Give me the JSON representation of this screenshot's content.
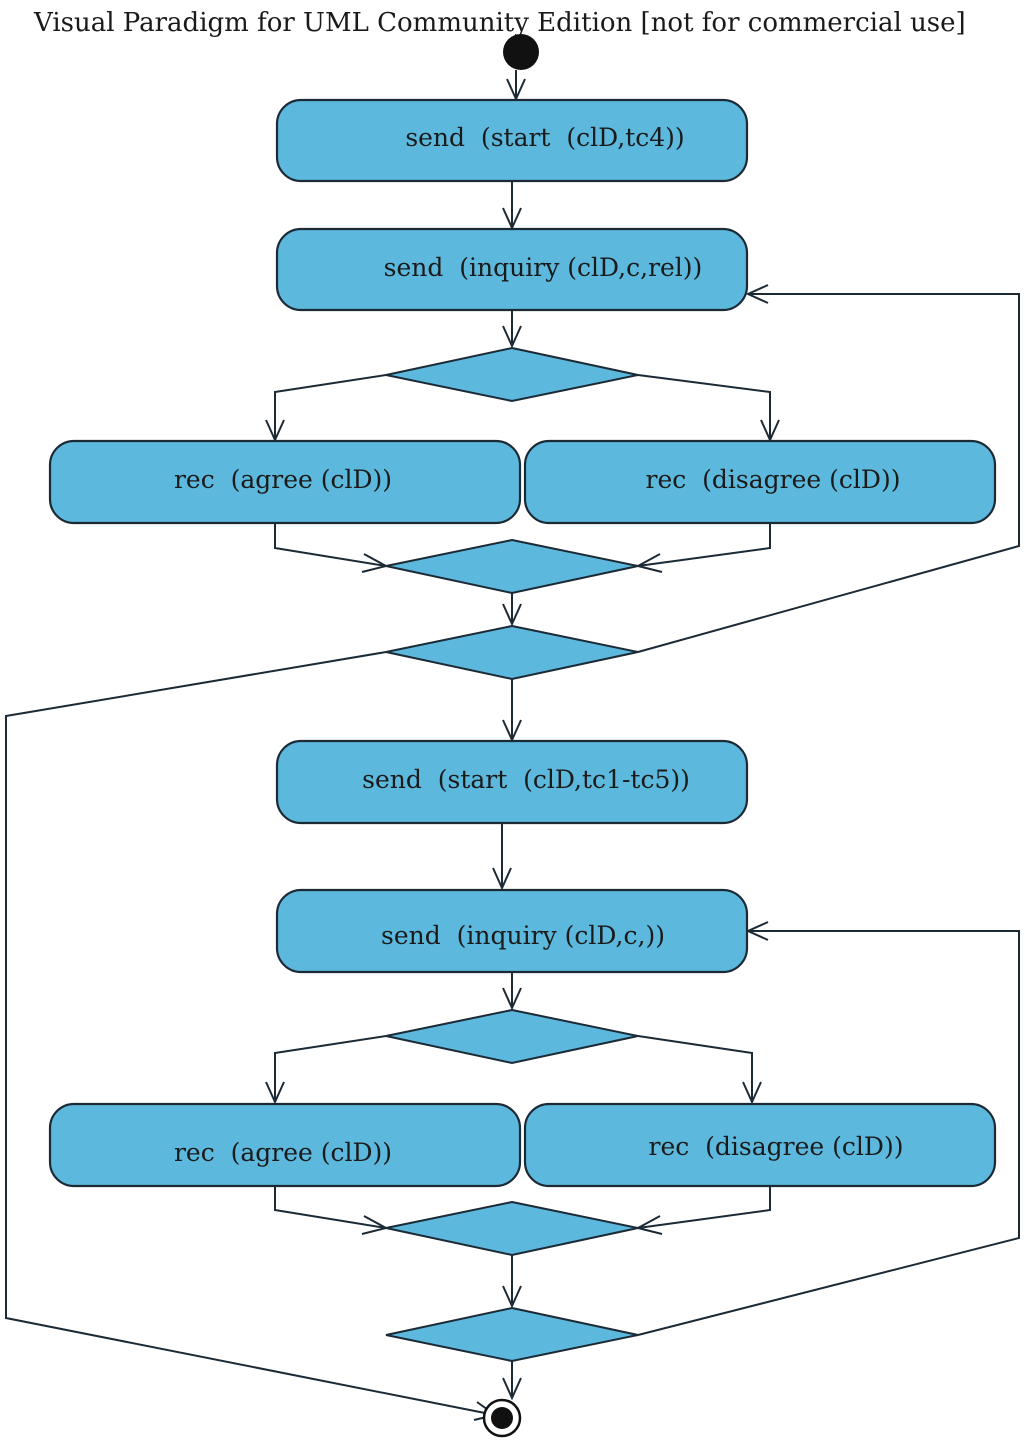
{
  "watermark": "Visual Paradigm for UML Community Edition [not for commercial use]",
  "colors": {
    "node_fill": "#5cb8dc",
    "stroke": "#1c2a36",
    "background": "#ffffff"
  },
  "activities": {
    "send_start_1": "send  (start  (clD,tc4))",
    "send_inquiry_1": "send  (inquiry (clD,c,rel))",
    "rec_agree_1": "rec  (agree (clD))",
    "rec_disagree_1": "rec  (disagree (clD))",
    "send_start_2": "send  (start  (clD,tc1-tc5))",
    "send_inquiry_2": "send  (inquiry (clD,c,))",
    "rec_agree_2": "rec  (agree (clD))",
    "rec_disagree_2": "rec  (disagree (clD))"
  }
}
